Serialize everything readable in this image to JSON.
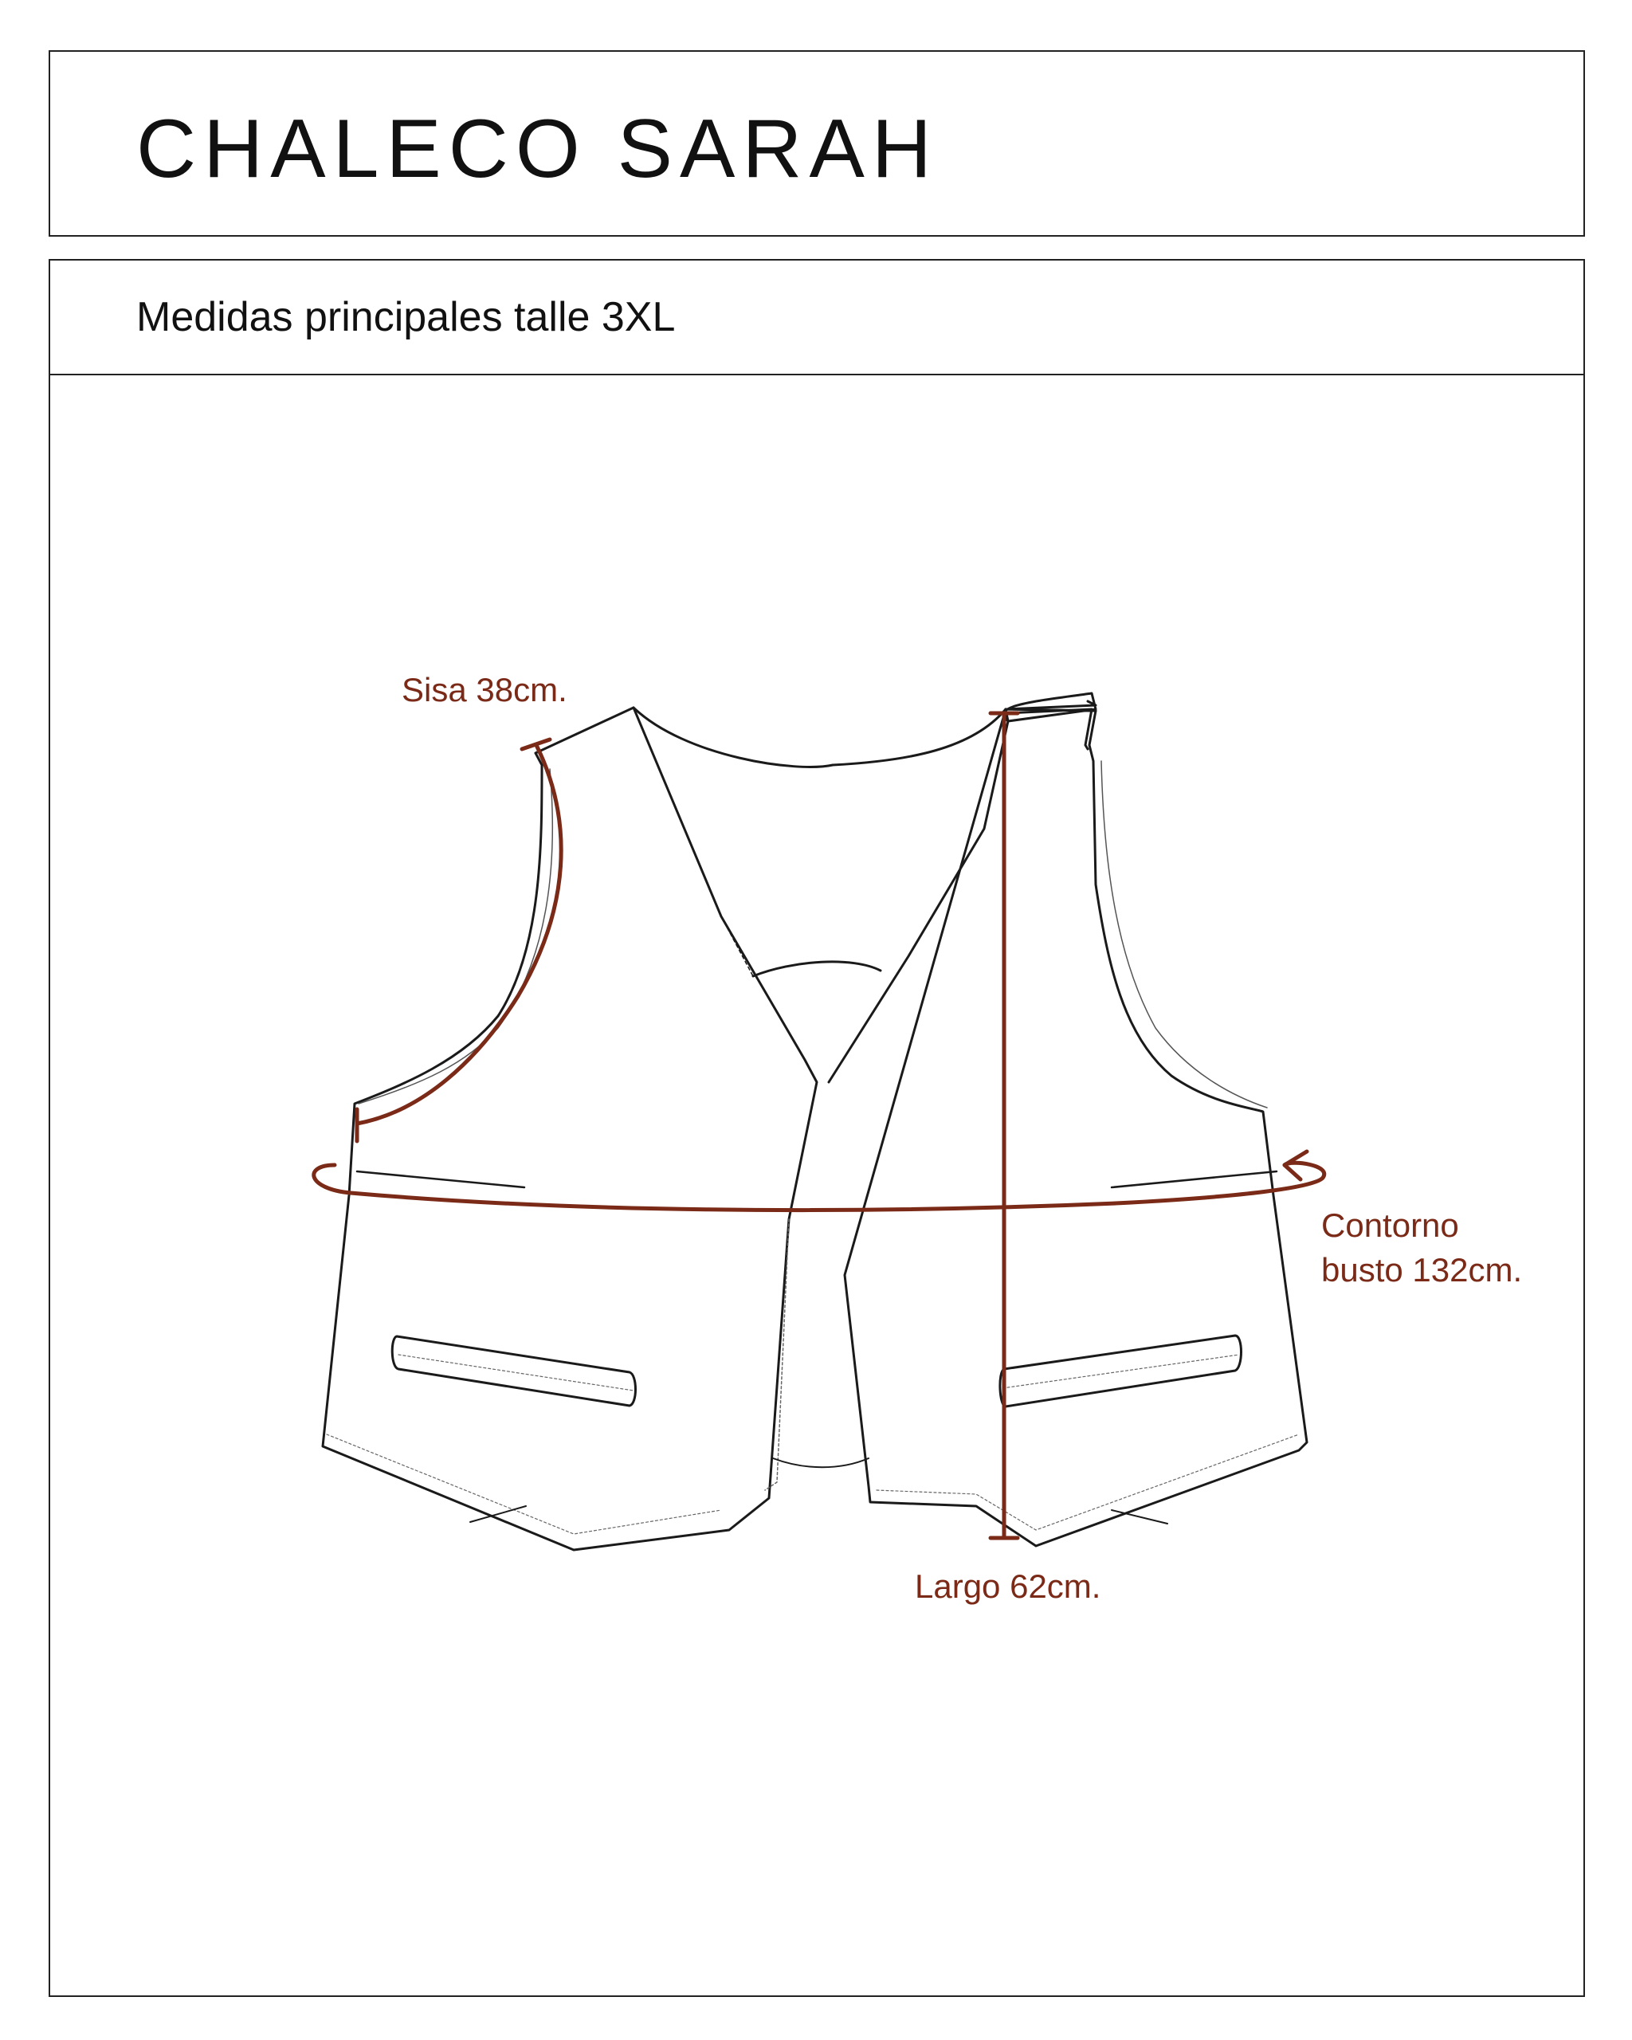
{
  "title": "CHALECO SARAH",
  "subtitle": "Medidas principales talle 3XL",
  "measurements": {
    "sisa": "Sisa 38cm.",
    "contorno_line1": "Contorno",
    "contorno_line2": "busto 132cm.",
    "largo": "Largo 62cm."
  },
  "colors": {
    "outline": "#1a1a1a",
    "measure": "#7a2a17",
    "border": "#222222"
  }
}
